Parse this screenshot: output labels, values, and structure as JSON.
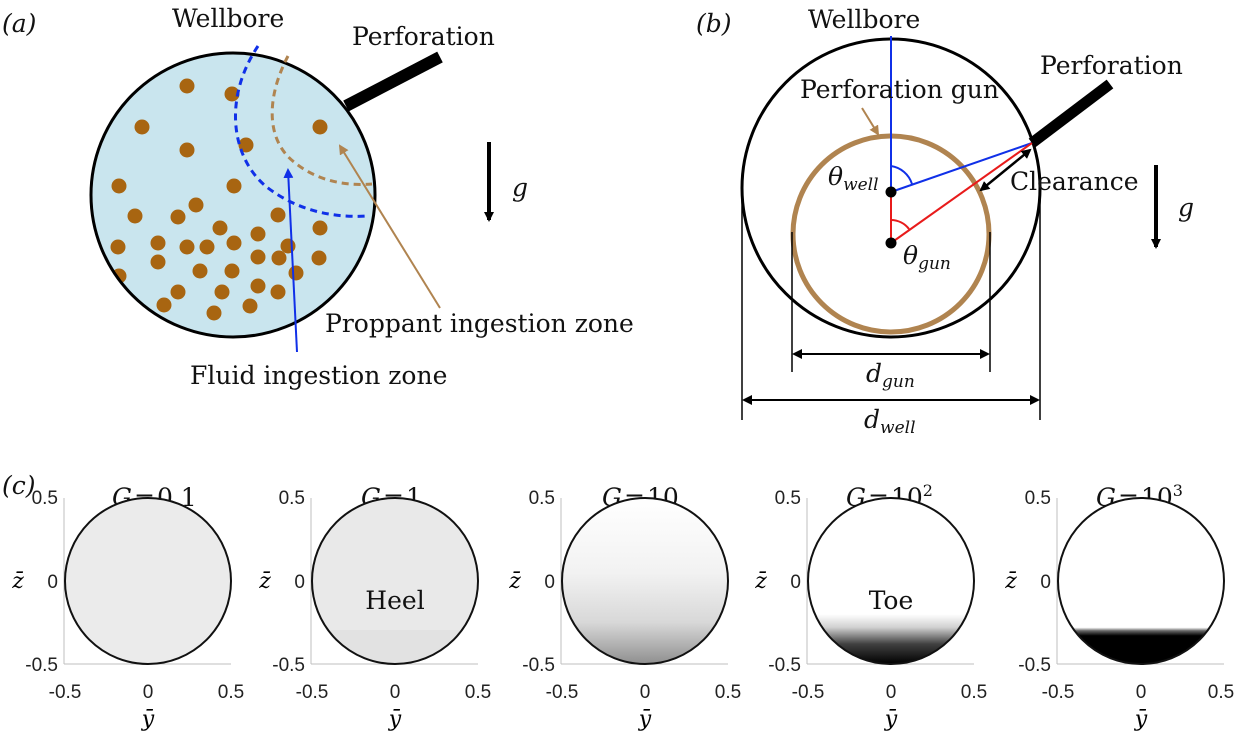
{
  "colors": {
    "fluid": "#c9e5ee",
    "particle": "#a86511",
    "blue": "#1030e8",
    "brown": "#b08450",
    "red": "#e81b1b",
    "ink": "#000000"
  },
  "panel_a": {
    "tag": "(a)",
    "wellbore_label": "Wellbore",
    "perforation_label": "Perforation",
    "gravity_label": "g",
    "proppant_zone_label": "Proppant ingestion zone",
    "fluid_zone_label": "Fluid ingestion zone"
  },
  "panel_b": {
    "tag": "(b)",
    "wellbore_label": "Wellbore",
    "perforation_label": "Perforation",
    "gun_label": "Perforation gun",
    "clearance_label": "Clearance",
    "gravity_label": "g",
    "theta_well": {
      "base": "θ",
      "sub": "well"
    },
    "theta_gun": {
      "base": "θ",
      "sub": "gun"
    },
    "d_gun": {
      "base": "d",
      "sub": "gun"
    },
    "d_well": {
      "base": "d",
      "sub": "well"
    }
  },
  "panel_c": {
    "tag": "(c)",
    "axis": {
      "ticks": [
        "-0.5",
        "0",
        "0.5"
      ],
      "xlabel": "ȳ",
      "ylabel": "z̄"
    },
    "plots": [
      {
        "title": "G = 0.1",
        "title_parts": {
          "G": "G",
          "eq": "=",
          "val": "0.1",
          "sup": ""
        },
        "label": "",
        "profile": "uniform_light"
      },
      {
        "title": "G = 1",
        "title_parts": {
          "G": "G",
          "eq": "=",
          "val": "1",
          "sup": ""
        },
        "label": "Heel",
        "profile": "uniform_light_2"
      },
      {
        "title": "G = 10",
        "title_parts": {
          "G": "G",
          "eq": "=",
          "val": "10",
          "sup": ""
        },
        "label": "",
        "profile": "gradient_medium"
      },
      {
        "title": "G = 10^2",
        "title_parts": {
          "G": "G",
          "eq": "=",
          "val": "10",
          "sup": "2"
        },
        "label": "Toe",
        "profile": "bed_dark"
      },
      {
        "title": "G = 10^3",
        "title_parts": {
          "G": "G",
          "eq": "=",
          "val": "10",
          "sup": "3"
        },
        "label": "",
        "profile": "bed_sharp"
      }
    ]
  }
}
